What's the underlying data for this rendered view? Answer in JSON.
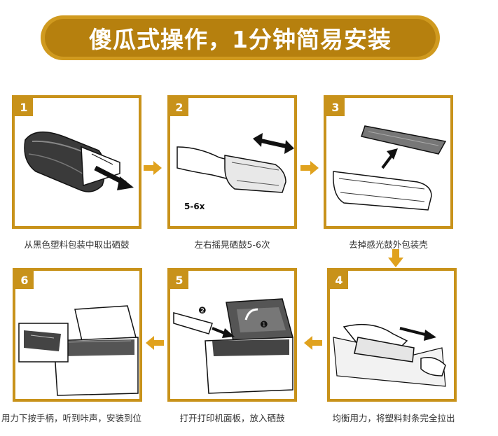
{
  "title": "傻瓜式操作，1分钟简易安装",
  "colors": {
    "gold": "#c8921a",
    "banner": "#b6800e"
  },
  "steps": [
    {
      "num": "1",
      "caption": "从黑色塑料包装中取出硒鼓"
    },
    {
      "num": "2",
      "caption": "左右摇晃硒鼓5-6次",
      "shake_label": "5-6x"
    },
    {
      "num": "3",
      "caption": "去掉感光鼓外包装壳"
    },
    {
      "num": "4",
      "caption": "均衡用力，将塑料封条完全拉出"
    },
    {
      "num": "5",
      "caption": "打开打印机面板，放入硒鼓",
      "marker_a": "❷",
      "marker_b": "❶"
    },
    {
      "num": "6",
      "caption": "用力下按手柄，听到咔声，安装到位"
    }
  ]
}
